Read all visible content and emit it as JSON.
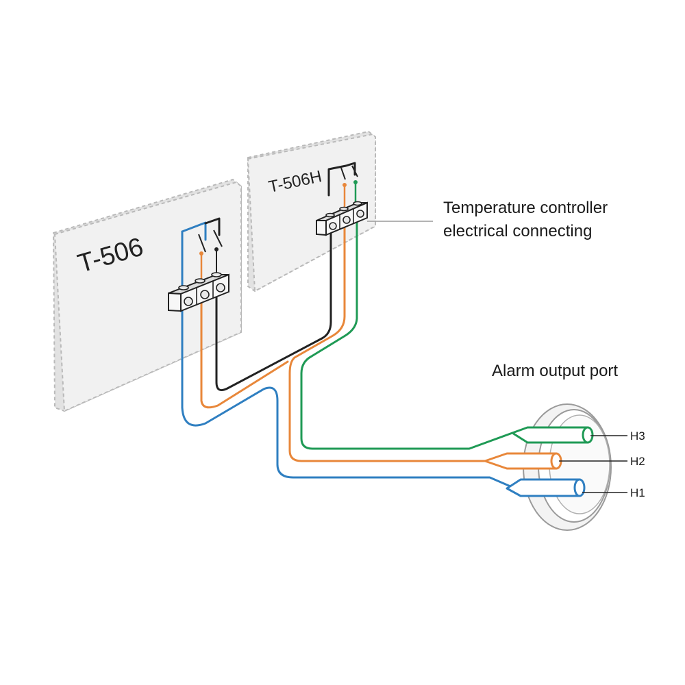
{
  "devices": [
    {
      "name": "T-506"
    },
    {
      "name": "T-506H"
    }
  ],
  "callouts": {
    "controller_line1": "Temperature controller",
    "controller_line2": "electrical connecting",
    "alarm_port": "Alarm output port"
  },
  "pins": [
    {
      "label": "H3",
      "color": "#1f9a55"
    },
    {
      "label": "H2",
      "color": "#e8873a"
    },
    {
      "label": "H1",
      "color": "#2f7fc1"
    }
  ],
  "colors": {
    "blue_wire": "#2f7fc1",
    "orange_wire": "#e8873a",
    "green_wire": "#1f9a55",
    "black_wire": "#222222"
  }
}
